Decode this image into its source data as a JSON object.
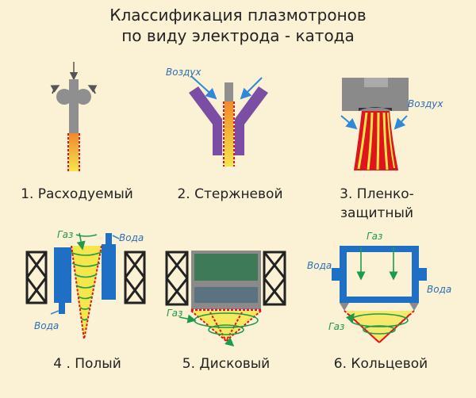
{
  "title": {
    "line1": "Классификация плазмотронов",
    "line2": "по виду электрода - катода"
  },
  "labels": {
    "air": "Воздух",
    "gas": "Газ",
    "water": "Вода"
  },
  "items": [
    {
      "caption": "1. Расходуемый"
    },
    {
      "caption": "2. Стержневой"
    },
    {
      "caption_line1": "3. Пленко-",
      "caption_line2": "защитный"
    },
    {
      "caption": "4 . Полый"
    },
    {
      "caption": "5. Дисковый"
    },
    {
      "caption": "6. Кольцевой"
    }
  ],
  "colors": {
    "background": "#fbf2d6",
    "electrode": "#8f8f8f",
    "holder_purple": "#7b4ea3",
    "plasma_red": "#e0141c",
    "plasma_yellow": "#f4e64b",
    "water_blue": "#1f6fc4",
    "disk_green": "#3f7a58",
    "arrow_blue": "#2e8ad8",
    "gas_green": "#1d9a4a"
  }
}
